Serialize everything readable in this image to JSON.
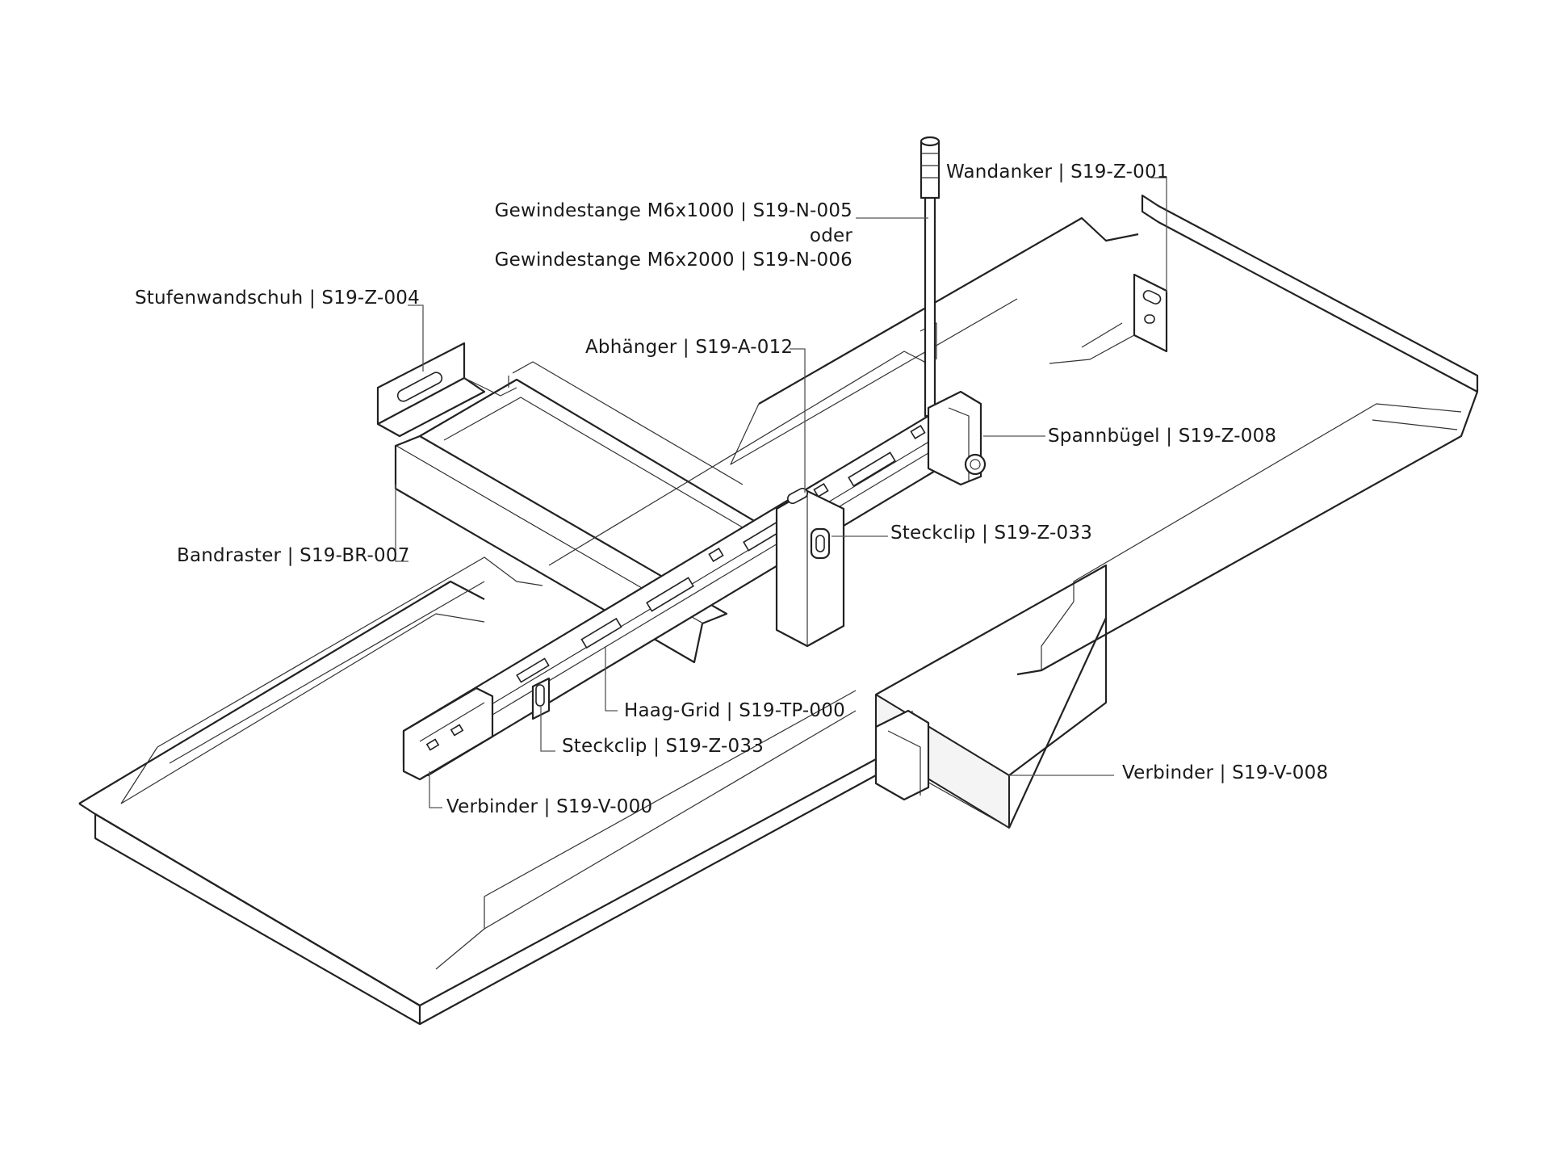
{
  "labels": {
    "wandanker": "Wandanker | S19-Z-001",
    "gewindestange_1": "Gewindestange M6x1000 | S19-N-005",
    "gewindestange_oder": "oder",
    "gewindestange_2": "Gewindestange M6x2000 | S19-N-006",
    "stufenwandschuh": "Stufenwandschuh | S19-Z-004",
    "abhaenger": "Abhänger | S19-A-012",
    "spannbuegel": "Spannbügel | S19-Z-008",
    "bandraster": "Bandraster | S19-BR-007",
    "steckclip_upper": "Steckclip | S19-Z-033",
    "haag_grid": "Haag-Grid | S19-TP-000",
    "steckclip_lower": "Steckclip | S19-Z-033",
    "verbinder_v008": "Verbinder | S19-V-008",
    "verbinder_v000": "Verbinder | S19-V-000"
  },
  "colors": {
    "line": "#222222",
    "leader": "#555555",
    "text": "#1a1a1a",
    "background": "#ffffff"
  }
}
